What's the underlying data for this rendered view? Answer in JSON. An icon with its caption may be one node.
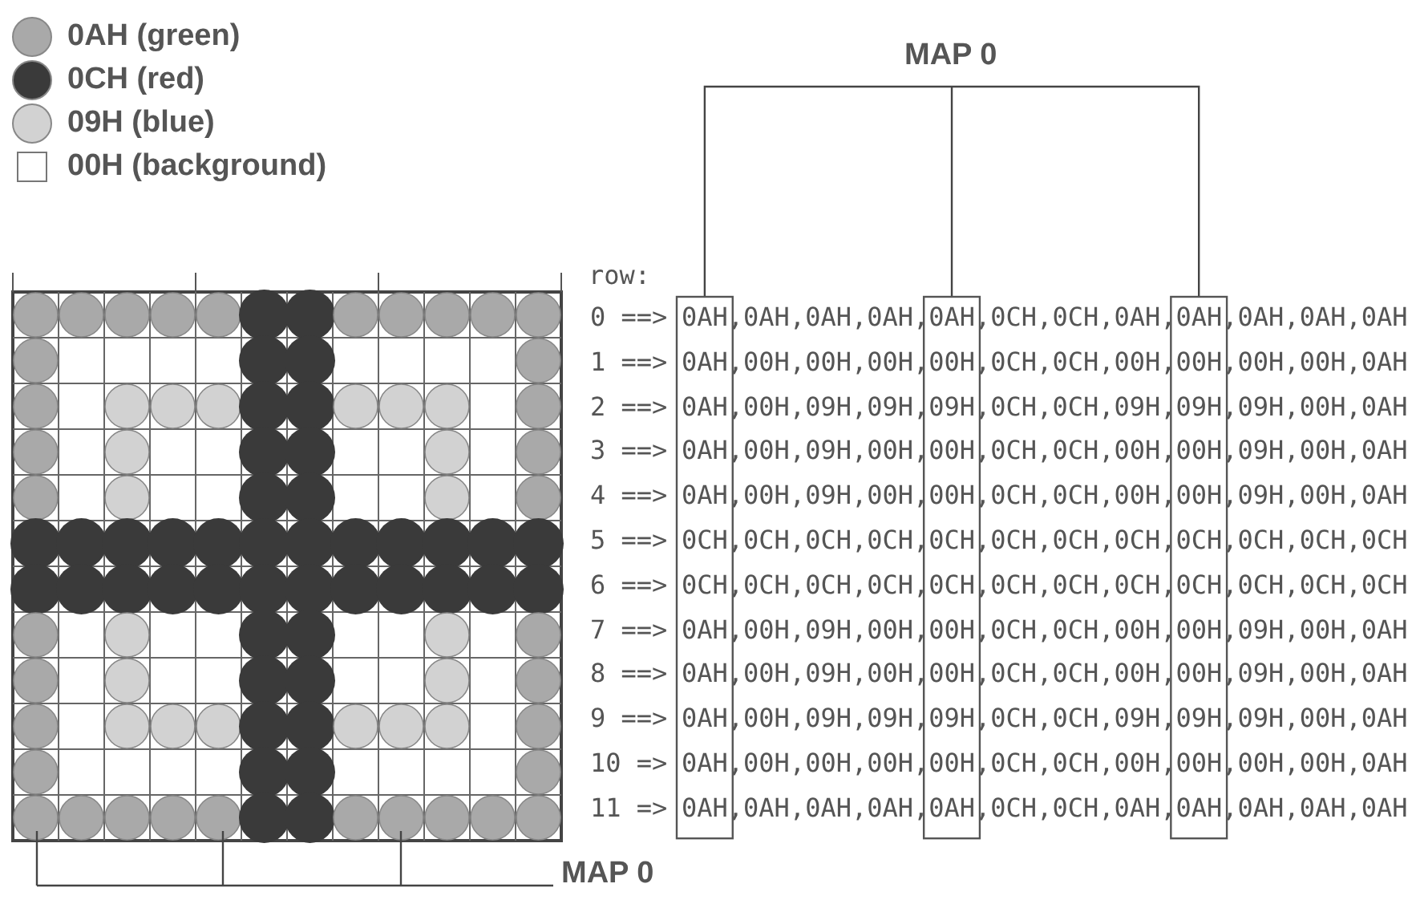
{
  "diagram": {
    "labels": [
      "MAP 0",
      "row:",
      "0 ==>",
      "0AH,0AH,0AH,0AH,0AH,0CH,0CH,0AH,0AH,0AH,0AH,0AH",
      "1 ==>",
      "0AH,00H,00H,00H,00H,0CH,0CH,00H,00H,00H,00H,0AH",
      "2 ==>",
      "0AH,00H,09H,09H,09H,0CH,0CH,09H,09H,09H,00H,0AH",
      "3 ==>",
      "0AH,00H,09H,00H,00H,0CH,0CH,00H,00H,09H,00H,0AH",
      "4 ==>",
      "0AH,00H,09H,00H,00H,0CH,0CH,00H,00H,09H,00H,0AH",
      "5 ==>",
      "0CH,0CH,0CH,0CH,0CH,0CH,0CH,0CH,0CH,0CH,0CH,0CH",
      "6 ==>",
      "0CH,0CH,0CH,0CH,0CH,0CH,0CH,0CH,0CH,0CH,0CH,0CH",
      "7 ==>",
      "0AH,00H,09H,00H,00H,0CH,0CH,00H,00H,09H,00H,0AH",
      "8 ==>",
      "0AH,00H,09H,00H,00H,0CH,0CH,00H,00H,09H,00H,0AH",
      "9 ==>",
      "0AH,00H,09H,09H,09H,0CH,0CH,09H,09H,09H,00H,0AH",
      "10 =>",
      "0AH,00H,00H,00H,00H,0CH,0CH,00H,00H,00H,00H,0AH",
      "11 =>",
      "0AH,0AH,0AH,0AH,0AH,0CH,0CH,0AH,0AH,0AH,0AH,0AH",
      "MAP 0"
    ],
    "legend": [
      {
        "text": "0AH (green)",
        "color": "#a9a9a9"
      },
      {
        "text": "0CH (red)",
        "color": "#3a3a3a"
      },
      {
        "text": "09H (blue)",
        "color": "#d2d2d2"
      },
      {
        "text": "00H (background)",
        "color": "#ffffff"
      }
    ]
  }
}
